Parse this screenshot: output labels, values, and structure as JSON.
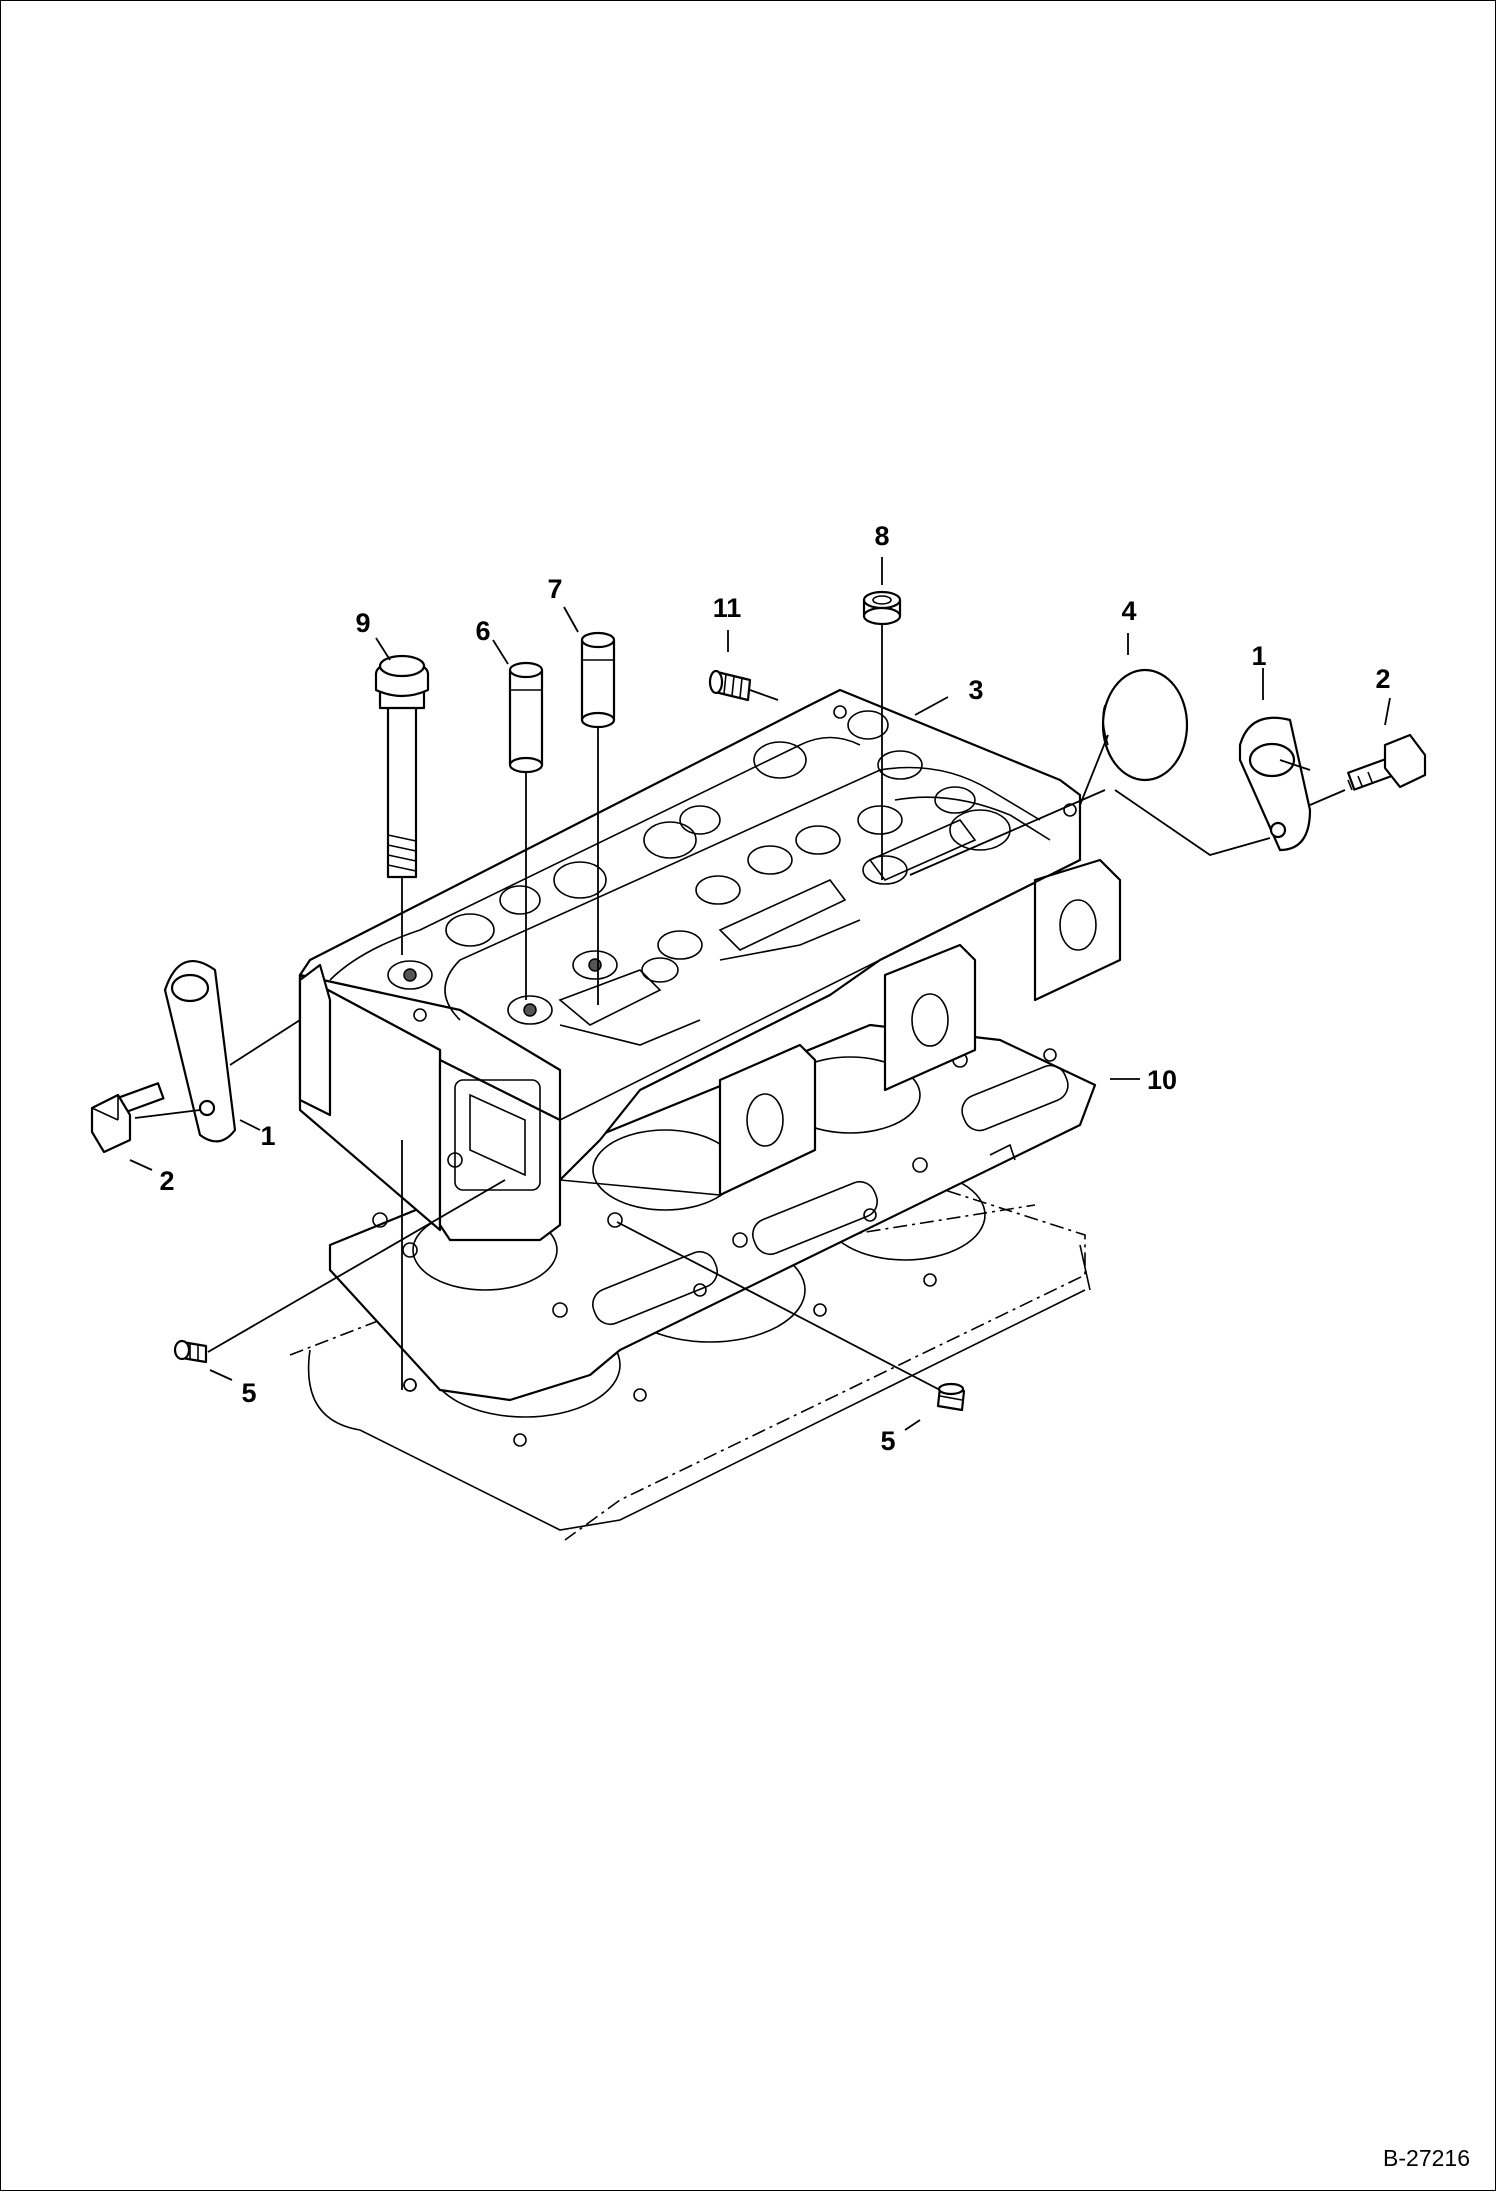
{
  "diagram": {
    "callouts": [
      "1",
      "2",
      "3",
      "4",
      "5",
      "6",
      "7",
      "8",
      "9",
      "10",
      "11"
    ],
    "reference": "B-27216"
  }
}
